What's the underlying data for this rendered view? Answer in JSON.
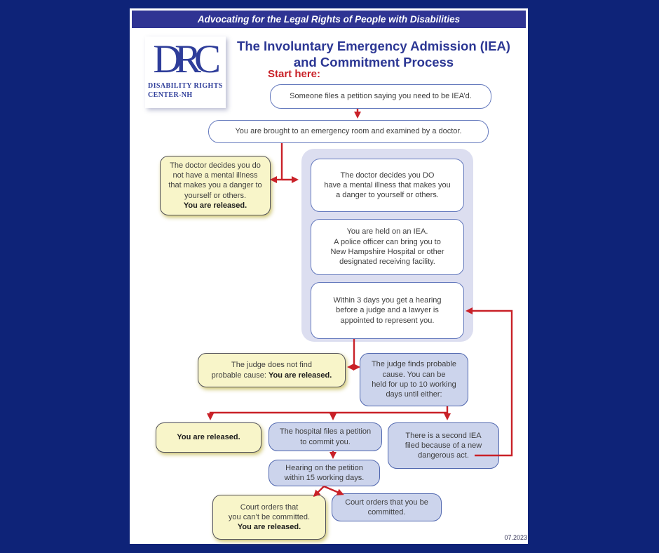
{
  "page": {
    "banner": "Advocating for the Legal Rights of People with Disabilities",
    "logo": {
      "monogram": "DRC",
      "line1": "DISABILITY RIGHTS",
      "line2": "CENTER-NH"
    },
    "title_line1": "The Involuntary Emergency Admission (IEA)",
    "title_line2": "and Commitment Process",
    "start_label": "Start here:",
    "footer_date": "07.2023"
  },
  "nodes": {
    "petition": {
      "text": "Someone files a petition saying you need to be IEA’d."
    },
    "emergency_room": {
      "text": "You are brought to an emergency room and examined by a doctor."
    },
    "doctor_no": {
      "text": "The doctor decides you do\nnot have a mental illness\nthat makes you a danger to\nyourself or others.\n",
      "bold": "You are released."
    },
    "doctor_yes": {
      "text": "The doctor decides you DO\nhave a mental illness that makes you\na danger to yourself or others."
    },
    "held_iea": {
      "text": "You are held on an IEA.\nA police officer can bring you to\nNew Hampshire Hospital or other\ndesignated receiving facility."
    },
    "hearing_3days": {
      "text": "Within 3 days you get a hearing\nbefore a judge and a lawyer is\nappointed to represent you."
    },
    "judge_no": {
      "text": "The judge does not find\nprobable cause: ",
      "bold": "You are released."
    },
    "judge_yes": {
      "text": "The judge finds probable\ncause. You can be\nheld for up to 10 working\ndays until either:"
    },
    "released": {
      "bold": "You are released."
    },
    "hospital_petition": {
      "text": "The hospital files a petition\nto commit you."
    },
    "second_iea": {
      "text": "There is a second IEA\nfiled because of a new\ndangerous act."
    },
    "hearing_15days": {
      "text": "Hearing on the petition\nwithin 15 working days."
    },
    "court_no": {
      "text": "Court orders that\nyou can’t be committed.\n",
      "bold": "You are released."
    },
    "court_yes": {
      "text": "Court orders that you be\ncommitted."
    }
  },
  "colors": {
    "background": "#0e2378",
    "banner_blue": "#2f3493",
    "title_navy": "#2c3794",
    "logo_blue": "#2e3d9a",
    "red": "#c92128",
    "blue_fill": "#ccd4ec",
    "blue_border": "#4f66ae",
    "white_border": "#6479bd",
    "yellow_fill": "#f8f5c9",
    "yellow_border": "#50505a",
    "container_fill": "#dcdef0",
    "text_dark": "#3e3e3e"
  }
}
